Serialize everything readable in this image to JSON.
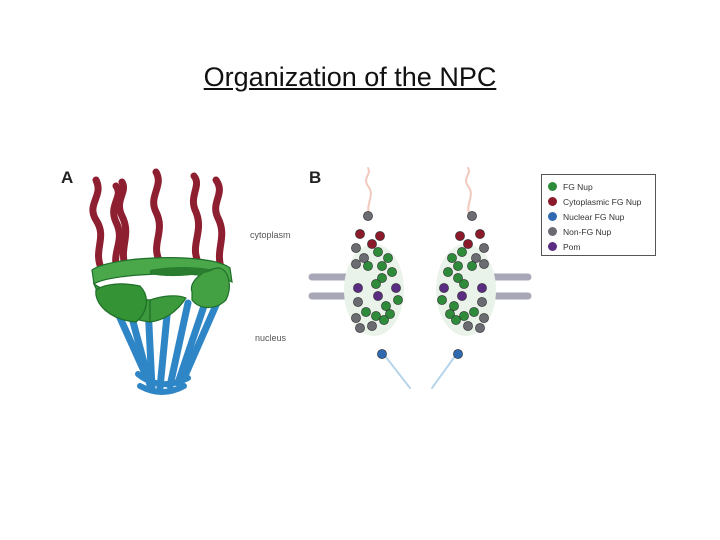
{
  "title": "Organization of the NPC",
  "panel_a": {
    "label": "A",
    "cytoplasm_label": "cytoplasm",
    "nucleus_label": "nucleus"
  },
  "panel_b": {
    "label": "B"
  },
  "legend": {
    "items": [
      {
        "label": "FG Nup",
        "color": "#2e8b3a"
      },
      {
        "label": "Cytoplasmic FG Nup",
        "color": "#8b1a2b"
      },
      {
        "label": "Nuclear FG Nup",
        "color": "#2f6ab0"
      },
      {
        "label": "Non-FG Nup",
        "color": "#6b6b72"
      },
      {
        "label": "Pom",
        "color": "#5b2d82"
      }
    ]
  },
  "colors": {
    "ring": "#3c9a3c",
    "ring_dark": "#1f6f2a",
    "filament": "#8e1f30",
    "basket": "#2f86c6",
    "membrane": "#a7a7b8",
    "channel_fill": "#eaf3ea"
  }
}
